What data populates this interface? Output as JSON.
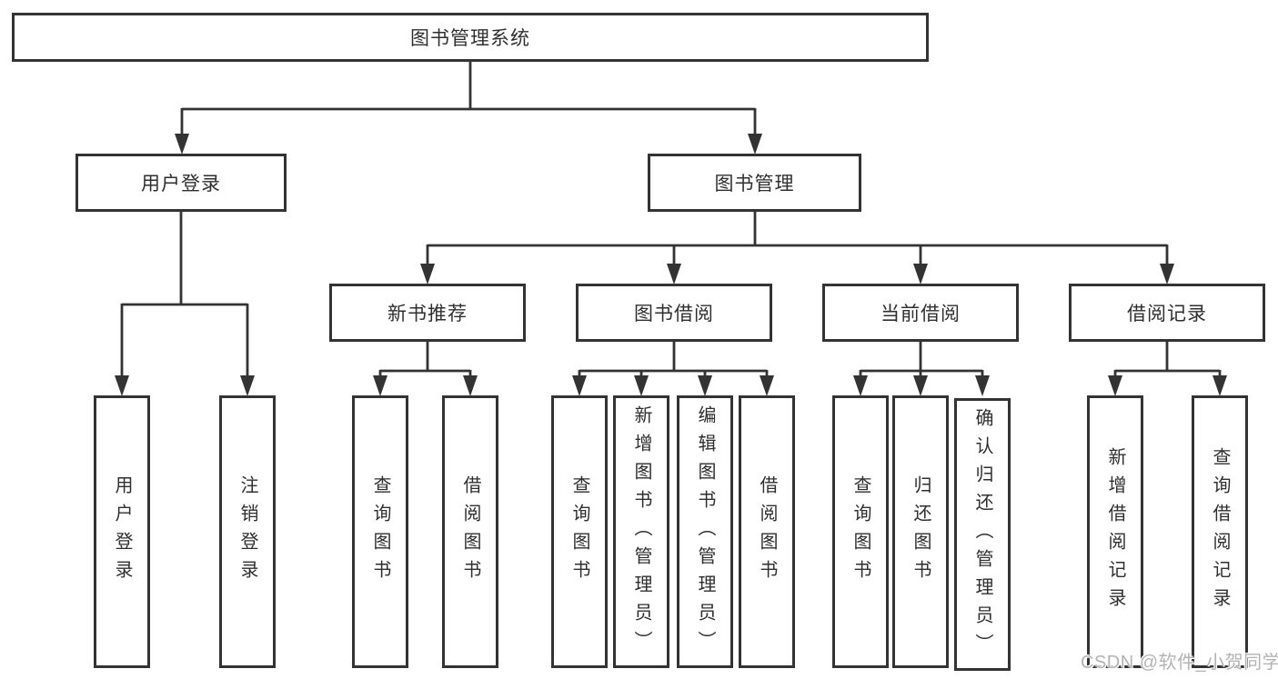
{
  "diagram_title": "图书管理系统",
  "colors": {
    "line": "#333333",
    "box_border": "#333333",
    "text": "#2f2f2f",
    "background": "#ffffff",
    "watermark": "#b3b3b3"
  },
  "watermark": {
    "text": "CSDN @软件_小贺同学"
  },
  "nodes": {
    "root": {
      "label": "图书管理系统"
    },
    "level2": [
      {
        "label": "用户登录"
      },
      {
        "label": "图书管理"
      }
    ],
    "level3": [
      {
        "label": "新书推荐",
        "parent": "图书管理"
      },
      {
        "label": "图书借阅",
        "parent": "图书管理"
      },
      {
        "label": "当前借阅",
        "parent": "图书管理"
      },
      {
        "label": "借阅记录",
        "parent": "图书管理"
      }
    ],
    "leaves": [
      {
        "label": "用户登录",
        "parent": "用户登录"
      },
      {
        "label": "注销登录",
        "parent": "用户登录"
      },
      {
        "label": "查询图书",
        "parent": "新书推荐"
      },
      {
        "label": "借阅图书",
        "parent": "新书推荐"
      },
      {
        "label": "查询图书",
        "parent": "图书借阅"
      },
      {
        "label": "新增图书（管理员）",
        "parent": "图书借阅"
      },
      {
        "label": "编辑图书（管理员）",
        "parent": "图书借阅"
      },
      {
        "label": "借阅图书",
        "parent": "图书借阅"
      },
      {
        "label": "查询图书",
        "parent": "当前借阅"
      },
      {
        "label": "归还图书",
        "parent": "当前借阅"
      },
      {
        "label": "确认归还（管理员）",
        "parent": "当前借阅"
      },
      {
        "label": "新增借阅记录",
        "parent": "借阅记录"
      },
      {
        "label": "查询借阅记录",
        "parent": "借阅记录"
      }
    ]
  }
}
